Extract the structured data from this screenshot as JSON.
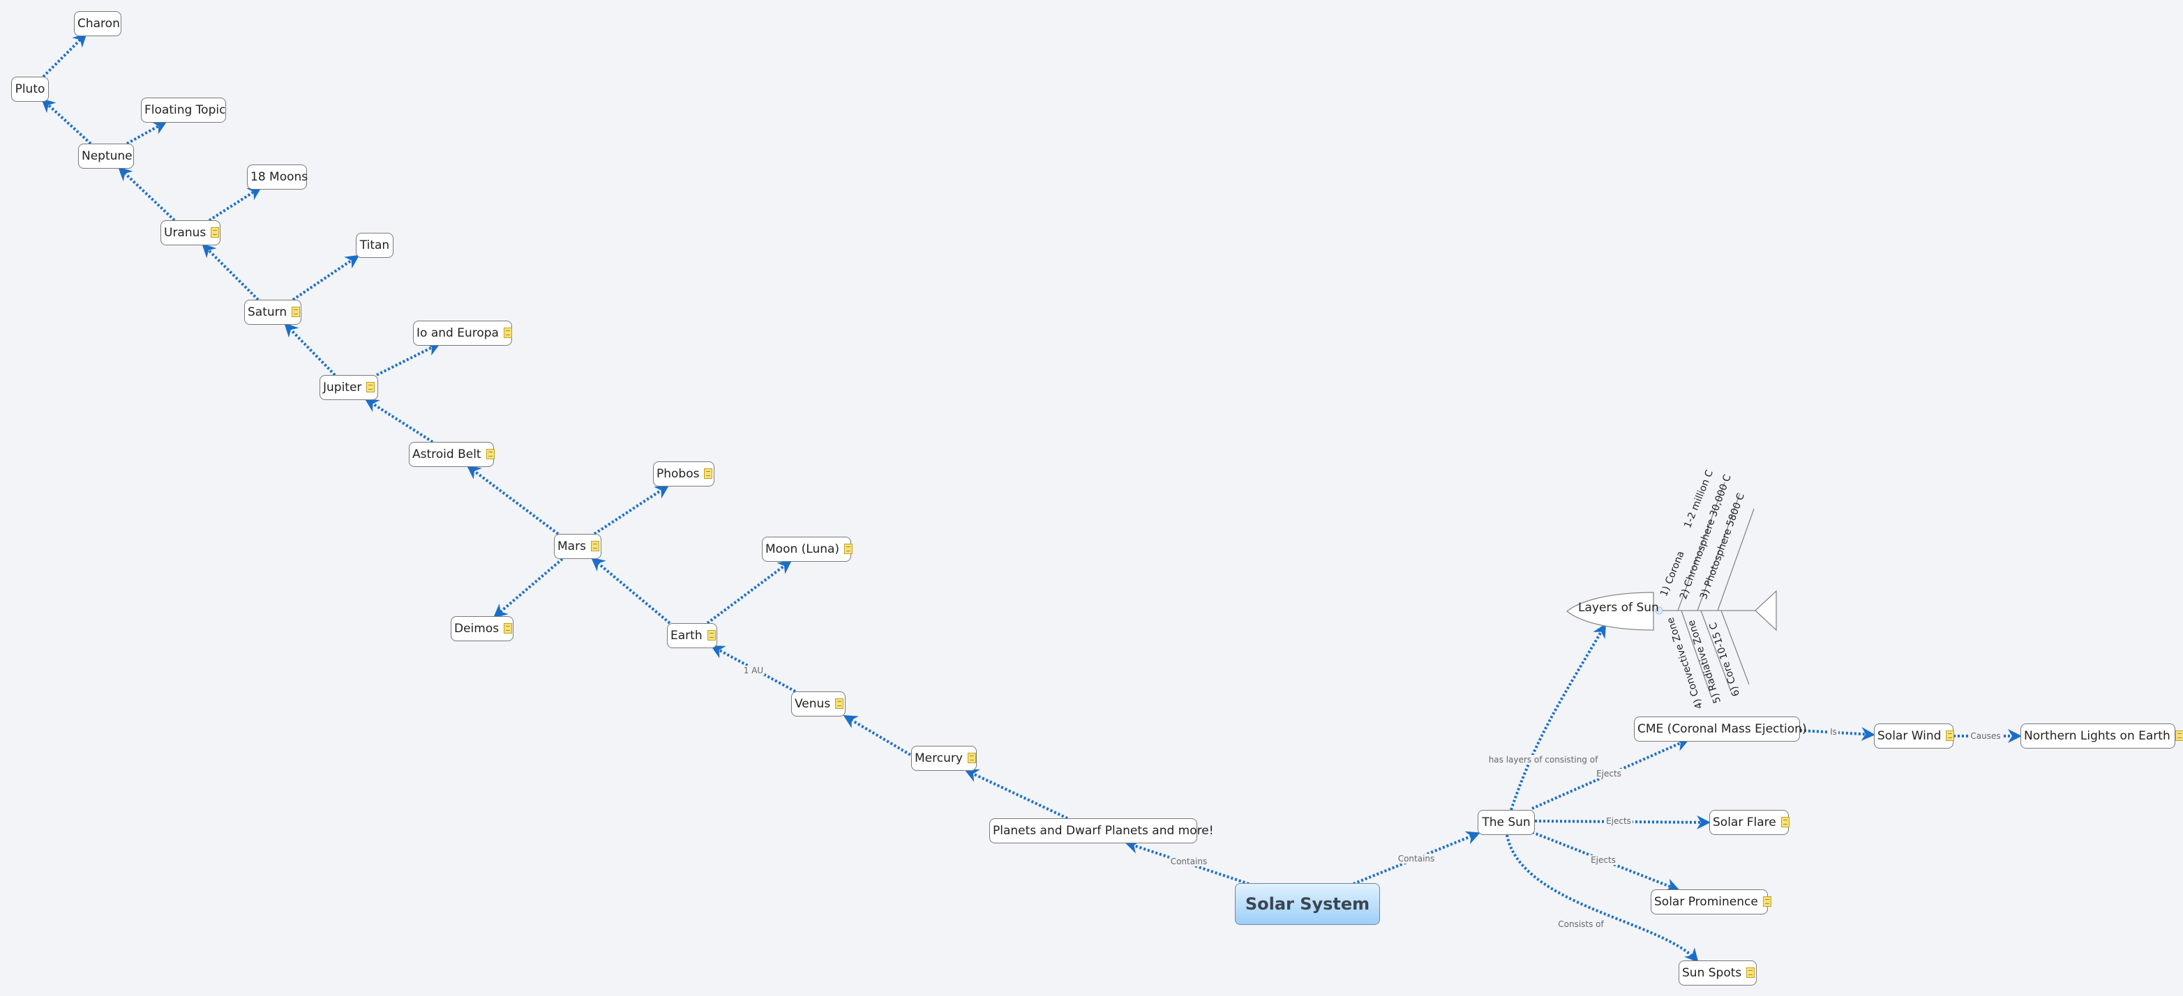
{
  "root": {
    "label": "Solar System"
  },
  "nodes": [
    {
      "id": "charon",
      "label": "Charon",
      "note": false
    },
    {
      "id": "pluto",
      "label": "Pluto",
      "note": false
    },
    {
      "id": "floating",
      "label": "Floating Topic",
      "note": false
    },
    {
      "id": "neptune",
      "label": "Neptune",
      "note": false
    },
    {
      "id": "moons18",
      "label": "18 Moons",
      "note": false
    },
    {
      "id": "uranus",
      "label": "Uranus",
      "note": true
    },
    {
      "id": "titan",
      "label": "Titan",
      "note": false
    },
    {
      "id": "saturn",
      "label": "Saturn",
      "note": true
    },
    {
      "id": "io",
      "label": "Io and Europa",
      "note": true
    },
    {
      "id": "jupiter",
      "label": "Jupiter",
      "note": true
    },
    {
      "id": "astroid",
      "label": "Astroid Belt",
      "note": true
    },
    {
      "id": "phobos",
      "label": "Phobos",
      "note": true
    },
    {
      "id": "mars",
      "label": "Mars",
      "note": true
    },
    {
      "id": "moon",
      "label": "Moon (Luna)",
      "note": true
    },
    {
      "id": "deimos",
      "label": "Deimos",
      "note": true
    },
    {
      "id": "earth",
      "label": "Earth",
      "note": true
    },
    {
      "id": "venus",
      "label": "Venus",
      "note": true
    },
    {
      "id": "mercury",
      "label": "Mercury",
      "note": true
    },
    {
      "id": "planets",
      "label": "Planets and Dwarf Planets and more!",
      "note": false
    },
    {
      "id": "sun",
      "label": "The Sun",
      "note": false
    },
    {
      "id": "cme",
      "label": "CME (Coronal Mass Ejection)",
      "note": false
    },
    {
      "id": "wind",
      "label": "Solar Wind",
      "note": true
    },
    {
      "id": "aurora",
      "label": "Northern Lights on Earth",
      "note": true
    },
    {
      "id": "flare",
      "label": "Solar Flare",
      "note": true
    },
    {
      "id": "prominence",
      "label": "Solar Prominence",
      "note": true
    },
    {
      "id": "spots",
      "label": "Sun Spots",
      "note": true
    }
  ],
  "edge_labels": {
    "root_planets": "Contains",
    "root_sun": "Contains",
    "venus_earth": "1 AU",
    "sun_layers": "has layers of consisting of",
    "sun_cme": "Ejects",
    "sun_flare": "Ejects",
    "sun_prominence": "Ejects",
    "sun_spots": "Consists of",
    "cme_wind": "Is",
    "wind_aurora": "Causes"
  },
  "fishbone": {
    "head": "Layers of Sun",
    "upper": [
      "1) Corona",
      "1-2 million C",
      "2) Chromosphere 30,000 C",
      "3) Photosphere 5800 C"
    ],
    "lower": [
      "4) Convective Zone",
      "5) Radiative Zone",
      "6) Core 10-15 C"
    ]
  },
  "colors": {
    "connector": "#1b6ec8",
    "background": "#f2f4f8",
    "root_fill": "#9ccff8"
  }
}
